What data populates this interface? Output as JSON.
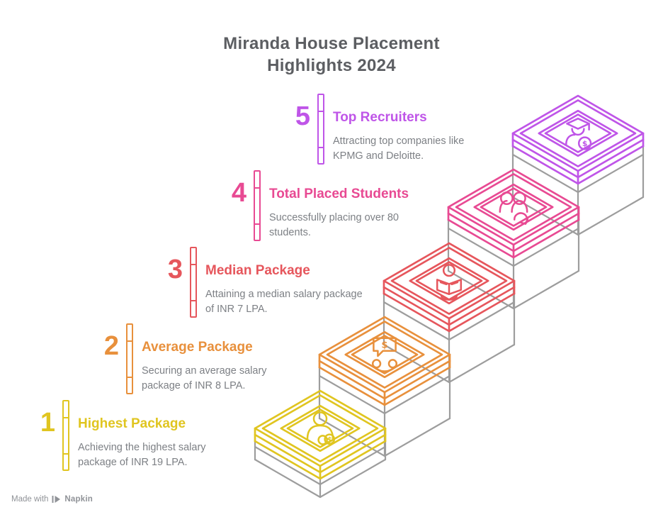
{
  "title": "Miranda House Placement\nHighlights 2024",
  "colors": {
    "heading_text": "#5c5e62",
    "body_text": "#7d8085",
    "skeleton_gray": "#9d9d9d"
  },
  "steps": [
    {
      "number": "1",
      "title": "Highest Package",
      "description": "Achieving the highest salary\npackage of INR 19 LPA.",
      "color": "#e0c520",
      "icon": "person-money-icon",
      "currency_glyph": "$"
    },
    {
      "number": "2",
      "title": "Average Package",
      "description": "Securing an average salary\npackage of INR 8 LPA.",
      "color": "#e8903c",
      "icon": "salary-offer-icon",
      "currency_glyph": "$"
    },
    {
      "number": "3",
      "title": "Median Package",
      "description": "Attaining a median salary package\nof INR 7 LPA.",
      "color": "#e6565c",
      "icon": "reading-person-icon",
      "currency_glyph": ""
    },
    {
      "number": "4",
      "title": "Total Placed Students",
      "description": "Successfully placing over 80\nstudents.",
      "color": "#e84a93",
      "icon": "people-sync-icon",
      "currency_glyph": ""
    },
    {
      "number": "5",
      "title": "Top Recruiters",
      "description": "Attracting top companies like\nKPMG and Deloitte.",
      "color": "#bf55e8",
      "icon": "graduate-coin-icon",
      "currency_glyph": "$"
    }
  ],
  "watermark": {
    "prefix": "Made with",
    "brand": "Napkin"
  }
}
